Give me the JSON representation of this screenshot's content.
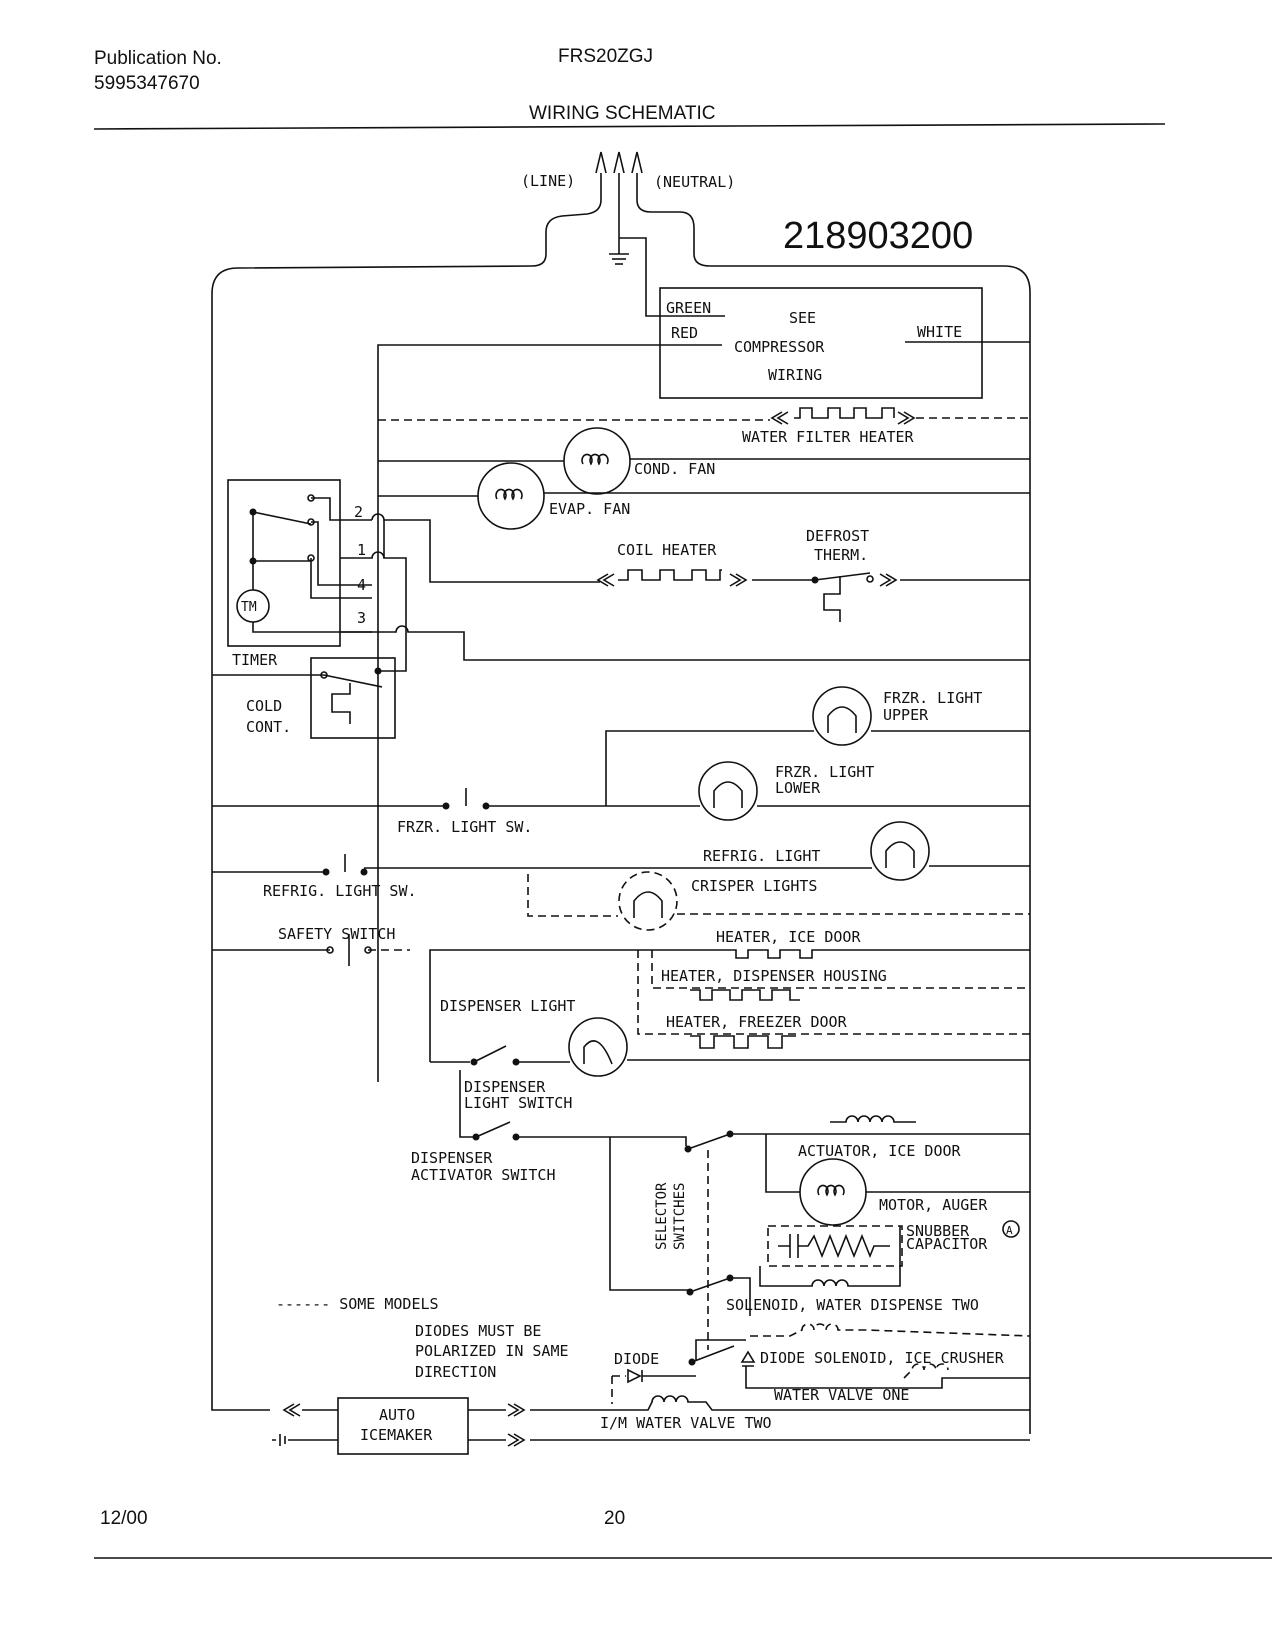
{
  "header": {
    "publication_label": "Publication No.",
    "publication_number": "5995347670",
    "model": "FRS20ZGJ",
    "title": "WIRING SCHEMATIC"
  },
  "footer": {
    "date": "12/00",
    "page": "20"
  },
  "diagram": {
    "part_number": "218903200",
    "labels": {
      "line": "(LINE)",
      "neutral": "(NEUTRAL)",
      "green": "GREEN",
      "red": "RED",
      "white": "WHITE",
      "see": "SEE",
      "compressor": "COMPRESSOR",
      "wiring": "WIRING",
      "water_filter_heater": "WATER FILTER HEATER",
      "cond_fan": "COND. FAN",
      "evap_fan": "EVAP. FAN",
      "coil_heater": "COIL HEATER",
      "defrost": "DEFROST",
      "therm": "THERM.",
      "timer": "TIMER",
      "tm": "TM",
      "t2": "2",
      "t1": "1",
      "t4": "4",
      "t3": "3",
      "cold": "COLD",
      "cont": "CONT.",
      "frzr_light_1": "FRZR. LIGHT",
      "upper": "UPPER",
      "frzr_light_2": "FRZR. LIGHT",
      "lower": "LOWER",
      "frzr_light_sw": "FRZR. LIGHT SW.",
      "refrig_light": "REFRIG. LIGHT",
      "refrig_light_sw": "REFRIG. LIGHT SW.",
      "crisper_lights": "CRISPER LIGHTS",
      "safety_switch": "SAFETY SWITCH",
      "heater_ice_door": "HEATER, ICE DOOR",
      "heater_dispenser_housing": "HEATER, DISPENSER HOUSING",
      "dispenser_light": "DISPENSER LIGHT",
      "heater_freezer_door": "HEATER, FREEZER DOOR",
      "dispenser_1": "DISPENSER",
      "light_switch": "LIGHT SWITCH",
      "dispenser_2": "DISPENSER",
      "activator_switch": "ACTIVATOR SWITCH",
      "selector_switches_1": "SELECTOR",
      "selector_switches_2": "SWITCHES",
      "actuator_ice_door": "ACTUATOR, ICE DOOR",
      "motor_auger": "MOTOR, AUGER",
      "snubber": "SNUBBER",
      "capacitor": "CAPACITOR",
      "circle_a": "A",
      "some_models": "------ SOME MODELS",
      "diodes_1": "DIODES MUST BE",
      "diodes_2": "POLARIZED IN SAME",
      "diodes_3": "DIRECTION",
      "solenoid_water_two": "SOLENOID, WATER DISPENSE TWO",
      "diode_left": "DIODE",
      "diode_solenoid_ice": "DIODE SOLENOID, ICE CRUSHER",
      "water_valve_one": "WATER VALVE ONE",
      "im_water_valve_two": "I/M WATER VALVE TWO",
      "auto": "AUTO",
      "icemaker": "ICEMAKER"
    }
  }
}
